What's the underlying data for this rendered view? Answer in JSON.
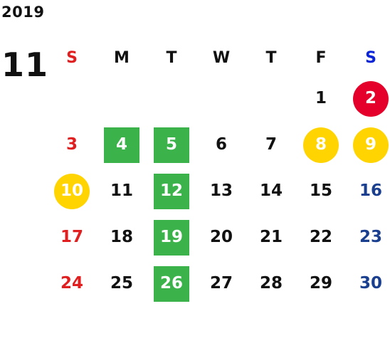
{
  "year": "2019",
  "month": "11",
  "weekdays": [
    "S",
    "M",
    "T",
    "W",
    "T",
    "F",
    "S"
  ],
  "weeks": [
    [
      "",
      "",
      "",
      "",
      "",
      "1",
      "2"
    ],
    [
      "3",
      "4",
      "5",
      "6",
      "7",
      "8",
      "9"
    ],
    [
      "10",
      "11",
      "12",
      "13",
      "14",
      "15",
      "16"
    ],
    [
      "17",
      "18",
      "19",
      "20",
      "21",
      "22",
      "23"
    ],
    [
      "24",
      "25",
      "26",
      "27",
      "28",
      "29",
      "30"
    ]
  ],
  "colors": {
    "red_circle": "#e4002b",
    "yellow_circle": "#ffd400",
    "green_square": "#3bb34a",
    "sunday_text": "#e02020",
    "saturday_text": "#1a3f8e"
  }
}
